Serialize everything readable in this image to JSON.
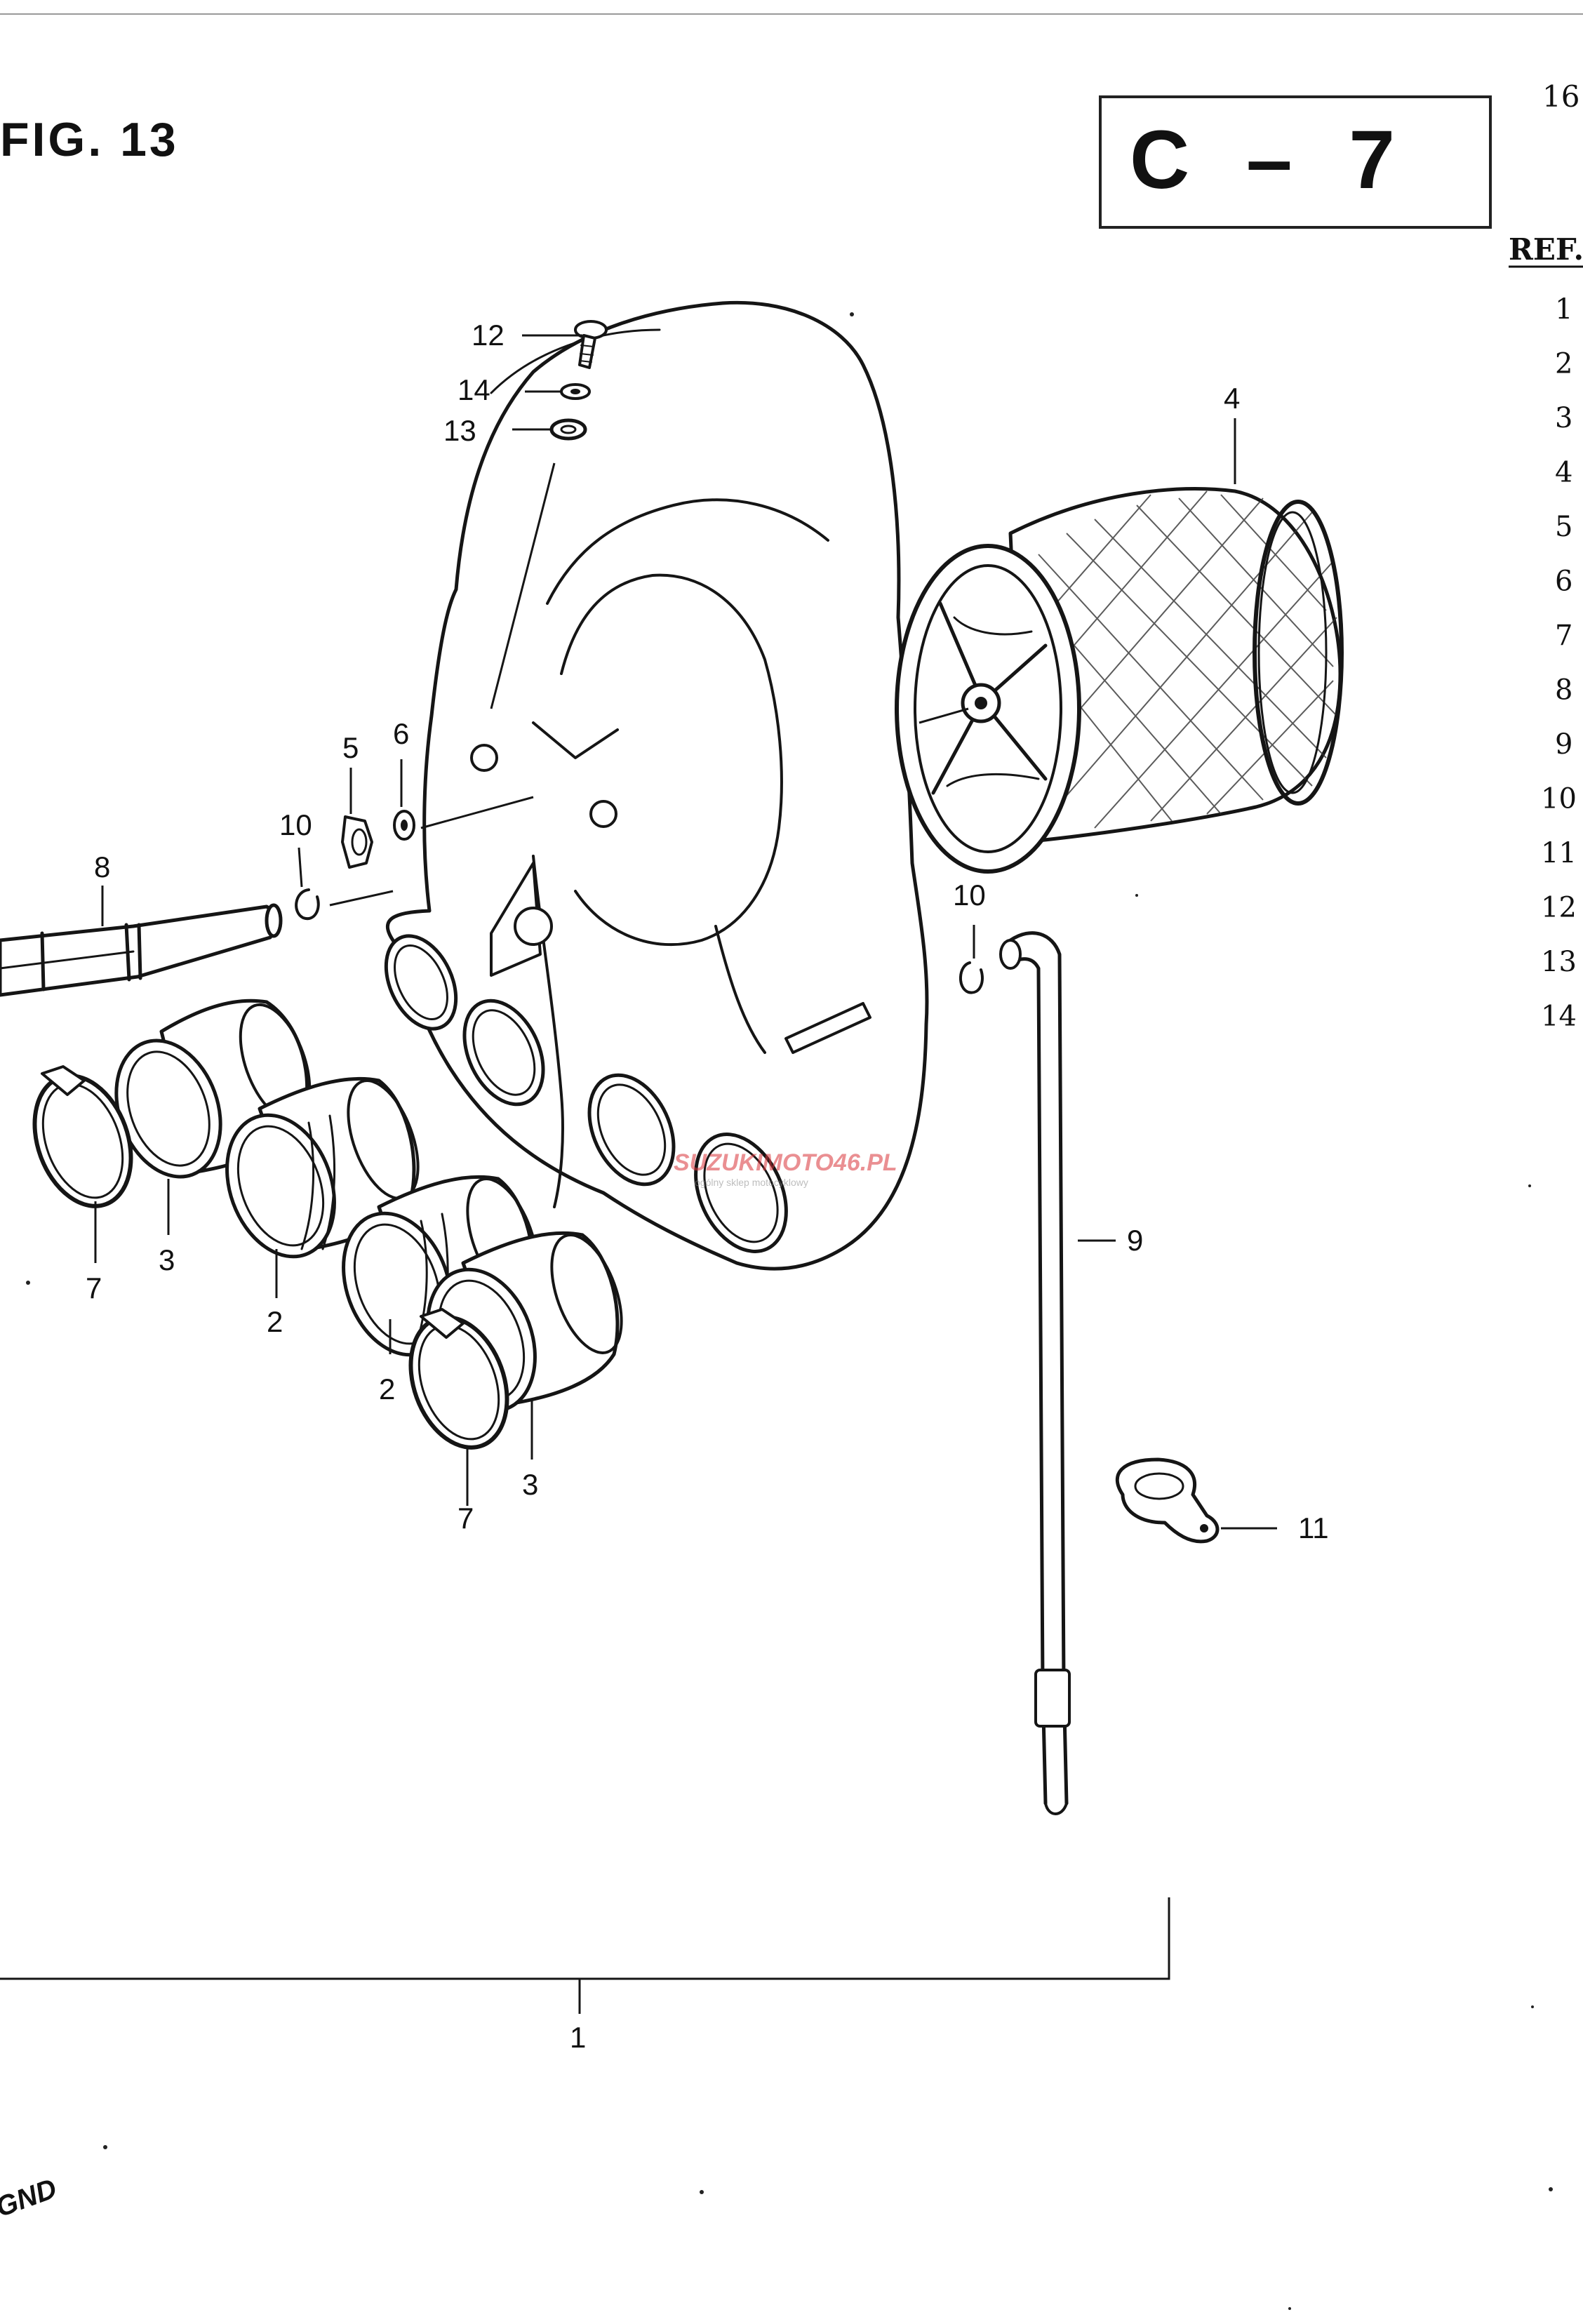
{
  "figure": {
    "title": "FIG. 13",
    "code": "C – 7",
    "page_ref": "16",
    "bottom_mark": "GND"
  },
  "watermark": {
    "text": "SUZUKIMOTO46.PL",
    "subtext": "ogólny sklep motocyklowy"
  },
  "ref_table": {
    "header": "REF.",
    "numbers": [
      "1",
      "2",
      "3",
      "4",
      "5",
      "6",
      "7",
      "8",
      "9",
      "10",
      "11",
      "12",
      "13",
      "14"
    ]
  },
  "callouts": {
    "c1": "1",
    "c2a": "2",
    "c2b": "2",
    "c3a": "3",
    "c3b": "3",
    "c4": "4",
    "c5": "5",
    "c6": "6",
    "c7a": "7",
    "c7b": "7",
    "c8": "8",
    "c9": "9",
    "c10a": "10",
    "c10b": "10",
    "c11": "11",
    "c12": "12",
    "c13": "13",
    "c14": "14"
  },
  "colors": {
    "ink": "#151515",
    "paper": "#ffffff",
    "watermark_red": "#d9343a"
  }
}
